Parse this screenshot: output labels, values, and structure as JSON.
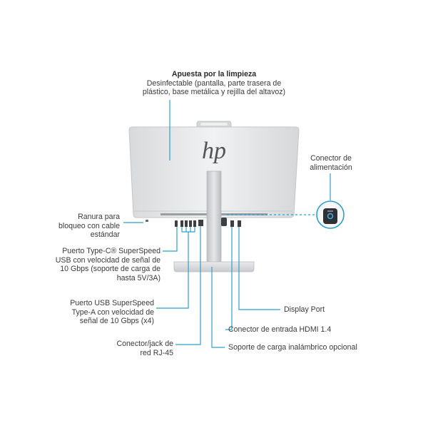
{
  "brand": {
    "logo_text": "hp"
  },
  "colors": {
    "callout": "#2f9fd0",
    "monitor_back": "#e2e3e5",
    "monitor_edge": "#c4c6c9",
    "stand": "#cfd1d4",
    "port": "#3c3f44",
    "text": "#3a3a3a"
  },
  "callouts": {
    "cleaning": {
      "title": "Apuesta por la limpieza",
      "lines": [
        "Desinfectable (pantalla, parte trasera de",
        "plástico, base metálica y rejilla del altavoz)"
      ]
    },
    "power": {
      "lines": [
        "Conector de",
        "alimentación"
      ]
    },
    "lock": {
      "lines": [
        "Ranura para",
        "bloqueo con cable",
        "estándar"
      ]
    },
    "usb_c": {
      "lines": [
        "Puerto Type-C® SuperSpeed",
        "USB con velocidad de señal de",
        "10 Gbps (soporte de carga de",
        "hasta 5V/3A)"
      ]
    },
    "usb_a": {
      "lines": [
        "Puerto USB SuperSpeed",
        "Type-A con velocidad de",
        "señal de 10 Gbps (x4)"
      ]
    },
    "rj45": {
      "lines": [
        "Conector/jack de",
        "red RJ-45"
      ]
    },
    "displayport": {
      "lines": [
        "Display Port"
      ]
    },
    "hdmi": {
      "lines": [
        "Conector de entrada HDMI 1.4"
      ]
    },
    "wireless": {
      "lines": [
        "Soporte de carga inalámbrico opcional"
      ]
    }
  }
}
